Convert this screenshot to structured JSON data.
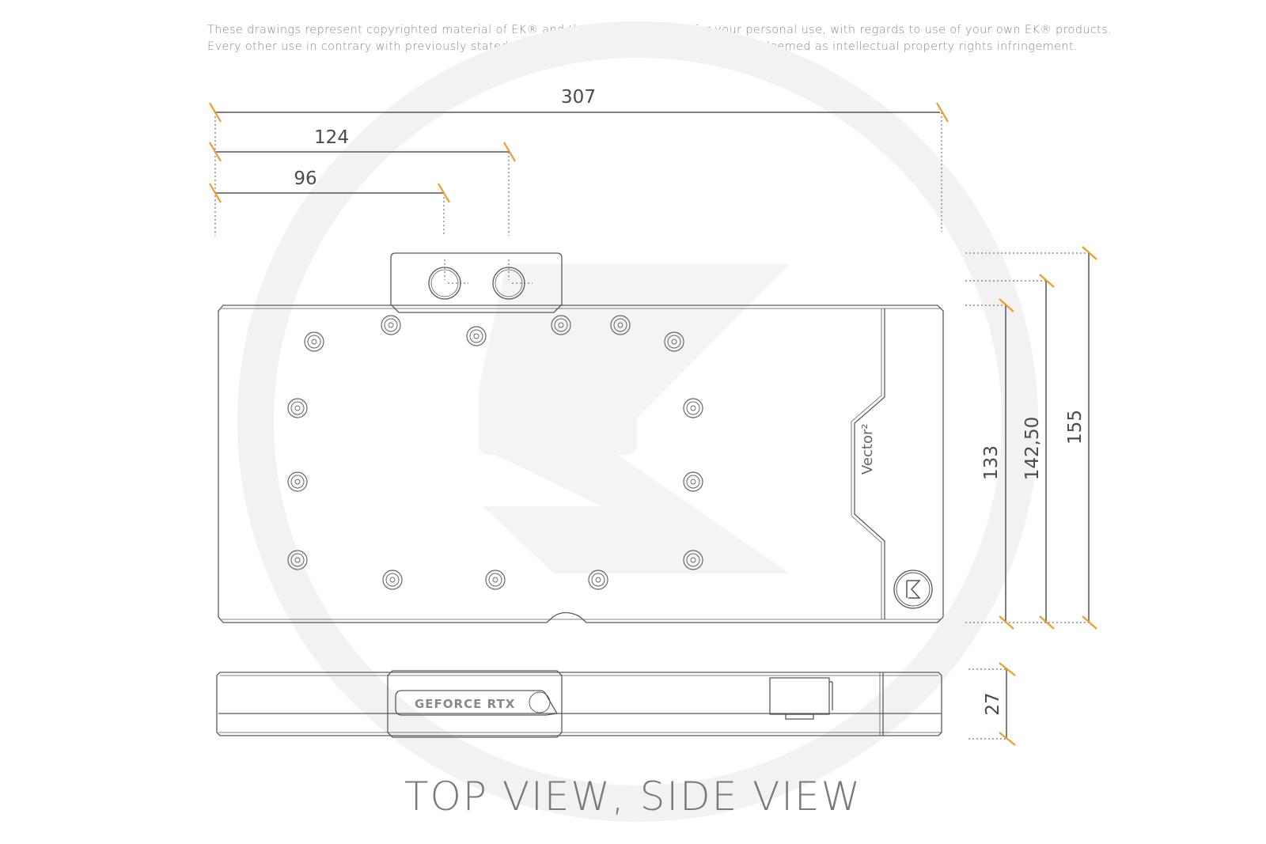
{
  "copyright": {
    "line1": "These drawings represent copyrighted material of EK® and they are meant only for your personal use, with regards to use of  your own EK® products.",
    "line2": "Every other use in contrary with previously stated personal and non commercial use will be deemed as intellectual property rights infringement."
  },
  "dimensions": {
    "overall_length": "307",
    "port_to_edge": "124",
    "port_offset": "96",
    "height_block": "133",
    "height_mid": "142,50",
    "height_total": "155",
    "thickness": "27"
  },
  "product": {
    "model_label": "Vector²",
    "side_badge": "GEFORCE RTX"
  },
  "view_title": "TOP VIEW, SIDE VIEW",
  "colors": {
    "tick": "#f39a2e",
    "line": "#555555",
    "watermark": "#f1f1f1"
  }
}
